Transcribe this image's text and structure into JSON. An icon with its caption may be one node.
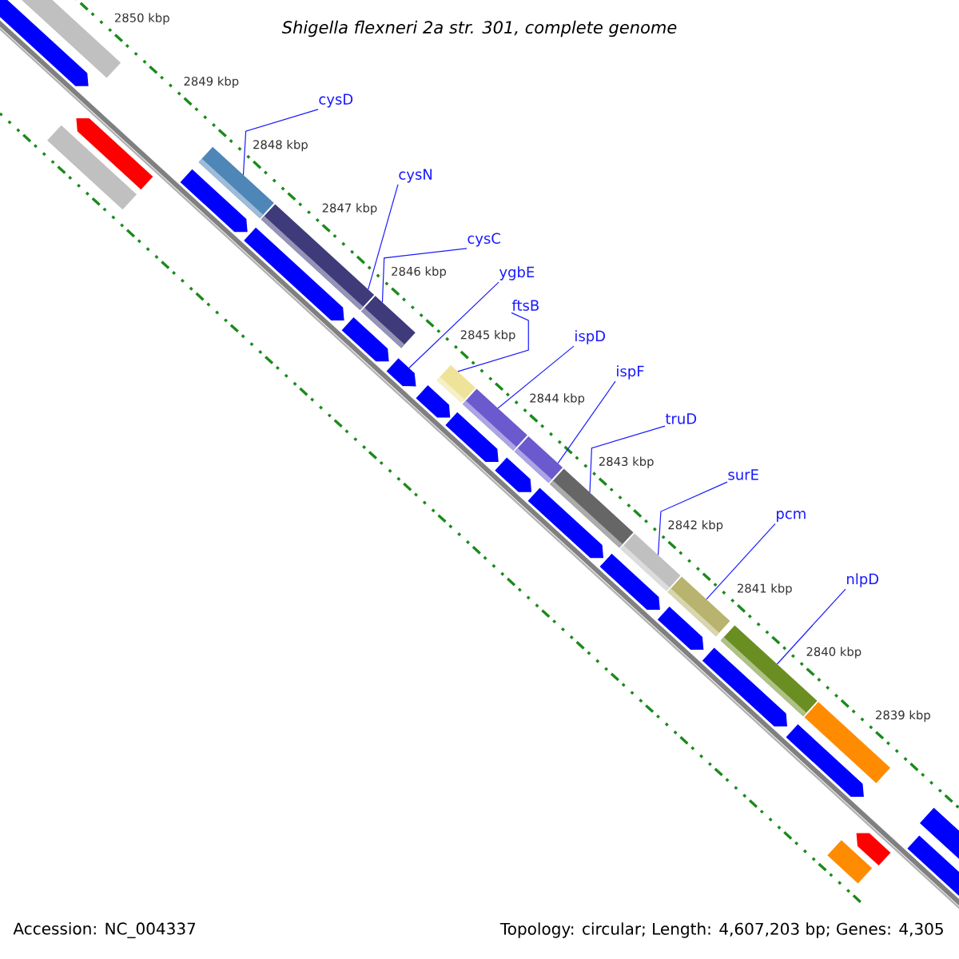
{
  "diagram": {
    "title": "Shigella flexneri 2a str. 301, complete genome",
    "nodes": [
      {
        "text": [
          "cysD"
        ]
      },
      {
        "text": [
          "cysN"
        ]
      },
      {
        "text": [
          "cysC"
        ]
      },
      {
        "text": [
          "ygbE"
        ]
      },
      {
        "text": [
          "ftsB"
        ]
      },
      {
        "text": [
          "ispD"
        ]
      },
      {
        "text": [
          "ispF"
        ]
      },
      {
        "text": [
          "truD"
        ]
      },
      {
        "text": [
          "surE"
        ]
      },
      {
        "text": [
          "pcm"
        ]
      },
      {
        "text": [
          "nlpD"
        ]
      },
      {
        "text": [],
        "shape": "bar"
      },
      {
        "text": [],
        "shape": "bar"
      },
      {
        "text": [],
        "shape": "bar"
      },
      {
        "text": [],
        "shape": "bar"
      },
      {
        "text": [],
        "shape": "bar"
      },
      {
        "text": [],
        "shape": "bar"
      },
      {
        "text": [],
        "shape": "bar"
      },
      {
        "text": [],
        "shape": "bar"
      },
      {
        "text": [],
        "shape": "bar"
      },
      {
        "text": [],
        "shape": "bar"
      },
      {
        "text": [],
        "shape": "bar"
      }
    ],
    "edges": [
      {
        "from": 0,
        "to": 11,
        "arrow": "none"
      },
      {
        "from": 1,
        "to": 12,
        "arrow": "none"
      },
      {
        "from": 2,
        "to": 13,
        "arrow": "none"
      },
      {
        "from": 3,
        "to": 14,
        "arrow": "none"
      },
      {
        "from": 4,
        "to": 15,
        "arrow": "none"
      },
      {
        "from": 5,
        "to": 16,
        "arrow": "none"
      },
      {
        "from": 6,
        "to": 17,
        "arrow": "none"
      },
      {
        "from": 7,
        "to": 18,
        "arrow": "none"
      },
      {
        "from": 8,
        "to": 19,
        "arrow": "none"
      },
      {
        "from": 9,
        "to": 20,
        "arrow": "none"
      },
      {
        "from": 10,
        "to": 21,
        "arrow": "none"
      }
    ],
    "labels": [
      "2850 kbp",
      "2849 kbp",
      "2848 kbp",
      "2847 kbp",
      "2846 kbp",
      "2845 kbp",
      "2844 kbp",
      "2843 kbp",
      "2842 kbp",
      "2841 kbp",
      "2840 kbp",
      "2839 kbp",
      "Accession: NC_004337",
      "Topology: circular; Length: 4,607,203 bp; Genes: 4,305"
    ]
  }
}
